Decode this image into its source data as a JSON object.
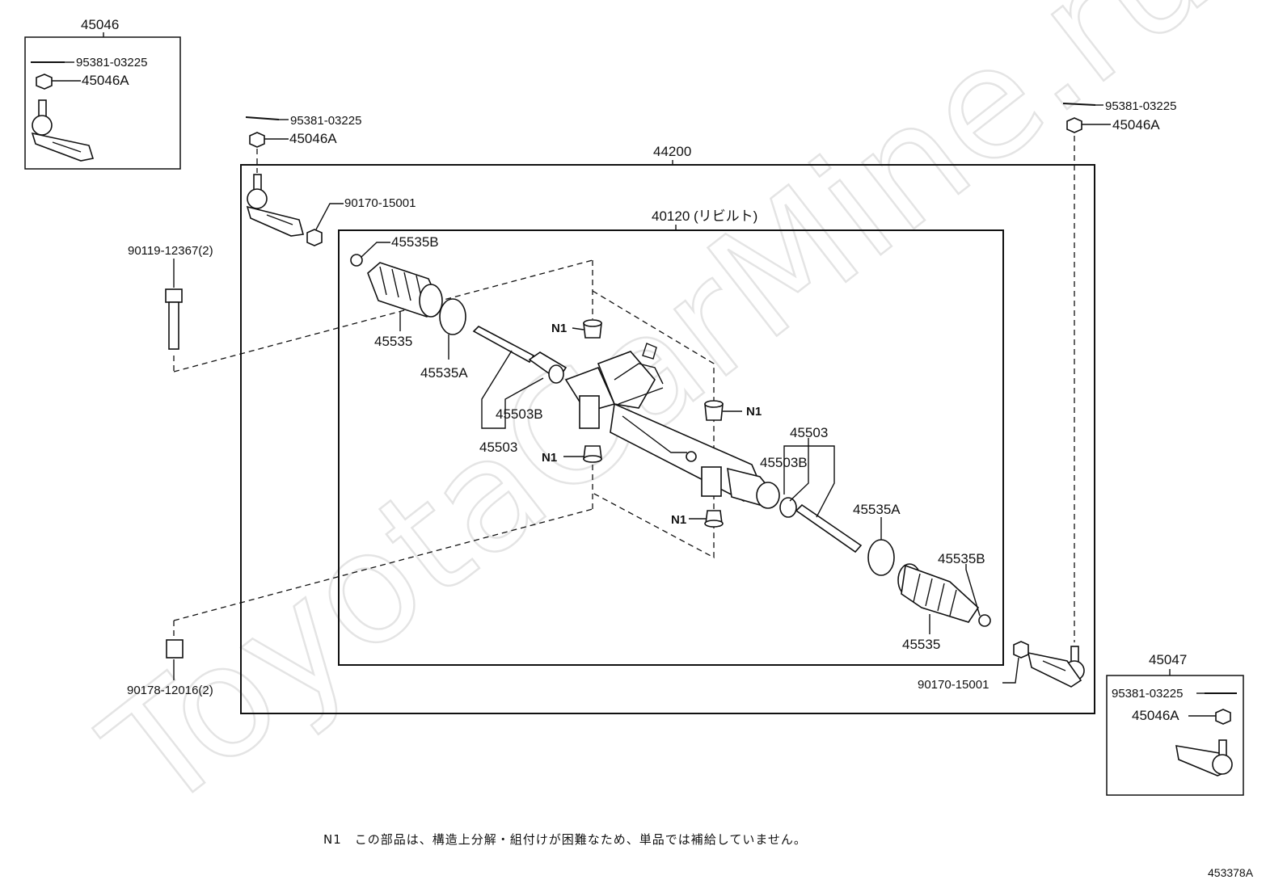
{
  "watermark": "ToyotaCarMine.ru",
  "assemblies": {
    "main": "44200",
    "rebuilt": "40120 (リビルト)",
    "left_tie_rod_set": "45046",
    "right_tie_rod_set": "45047"
  },
  "parts": {
    "cotter_pin": "95381-03225",
    "nut": "45046A",
    "nut_small": "90170-15001",
    "bolt": "90119-12367(2)",
    "bushing": "90178-12016(2)",
    "boot_clamp_small": "45535B",
    "boot": "45535",
    "boot_clamp": "45535A",
    "tie_rod_assy": "45503",
    "rack_end": "45503B",
    "n1": "N1"
  },
  "footnote": "N1　この部品は、構造上分解・組付けが困難なため、単品では補給していません。",
  "diagram_code": "453378A"
}
